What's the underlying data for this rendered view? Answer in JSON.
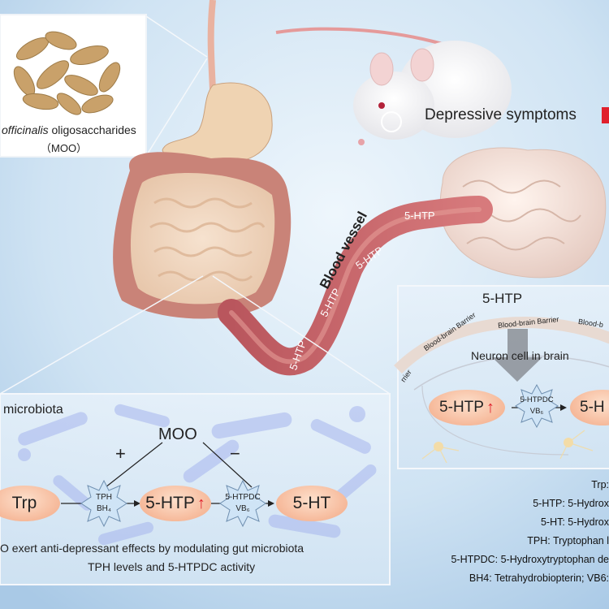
{
  "moo_box": {
    "title_italic": "officinalis",
    "title_rest": " oligosaccharides",
    "abbrev": "（MOO）"
  },
  "rat_panel": {
    "symptom_label": "Depressive symptoms"
  },
  "vessel": {
    "label": "Blood vessel",
    "labels": [
      "5-HTP",
      "5-HTP",
      "5-HTP",
      "5-HTP"
    ]
  },
  "gut_panel": {
    "title": "microbiota",
    "moo": "MOO",
    "plus": "+",
    "minus": "−",
    "trp": "Trp",
    "htp": "5-HTP",
    "ht": "5-HT",
    "enzyme1_name": "TPH",
    "enzyme1_cofactor": "BH₄",
    "enzyme2_name": "5-HTPDC",
    "enzyme2_cofactor": "VB₆",
    "caption_line1": "O exert anti-depressant effects by modulating gut microbiota",
    "caption_line2": "TPH levels and 5-HTPDC activity",
    "up_arrow": "↑"
  },
  "brain_panel": {
    "title": "5-HTP",
    "barrier_labels": [
      "Blood-brain Barrier",
      "Blood-brain Barrier",
      "Blood-b",
      "rrier"
    ],
    "neuron_label": "Neuron cell in brain",
    "htp": "5-HTP",
    "ht": "5-H",
    "enzyme_name": "5-HTPDC",
    "enzyme_cofactor": "VB₆",
    "up_arrow": "↑"
  },
  "legend": {
    "lines": [
      "Trp:",
      "5-HTP: 5-Hydrox",
      "5-HT: 5-Hydrox",
      "TPH: Tryptophan l",
      "5-HTPDC: 5-Hydroxytryptophan de",
      "BH4: Tetrahydrobiopterin; VB6:"
    ]
  },
  "colors": {
    "background": "#d3e6f5",
    "vessel": "#c8646a",
    "pill": "#f6b99a",
    "accent_red": "#e0202c",
    "panel_edge": "#f4f7fb"
  }
}
